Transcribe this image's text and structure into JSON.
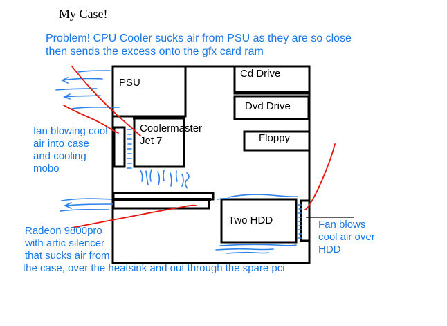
{
  "title": "My Case!",
  "problem": {
    "line1": "Problem! CPU Cooler sucks air from PSU as they are so close",
    "line2": "then sends the excess onto the gfx card ram"
  },
  "components": {
    "psu": "PSU",
    "cooler_line1": "Coolermaster",
    "cooler_line2": "Jet 7",
    "cd_drive": "Cd Drive",
    "dvd_drive": "Dvd Drive",
    "floppy": "Floppy",
    "hdd": "Two HDD"
  },
  "annotations": {
    "intake_fan": {
      "line1": "fan blowing cool",
      "line2": "air into case",
      "line3": "and cooling",
      "line4": "mobo"
    },
    "gpu": {
      "line1": "Radeon 9800pro",
      "line2": "with artic silencer",
      "line3": "that sucks air from",
      "line4": "the case, over the heatsink and out through the spare pci"
    },
    "hdd_fan": {
      "line1": "Fan blows",
      "line2": "cool air over",
      "line3": "HDD"
    }
  },
  "colors": {
    "annotation_blue": "#1878e6",
    "stroke_blue": "#2c82ea",
    "airflow_red": "#e8150c",
    "ink_black": "#000000",
    "background": "#ffffff"
  }
}
